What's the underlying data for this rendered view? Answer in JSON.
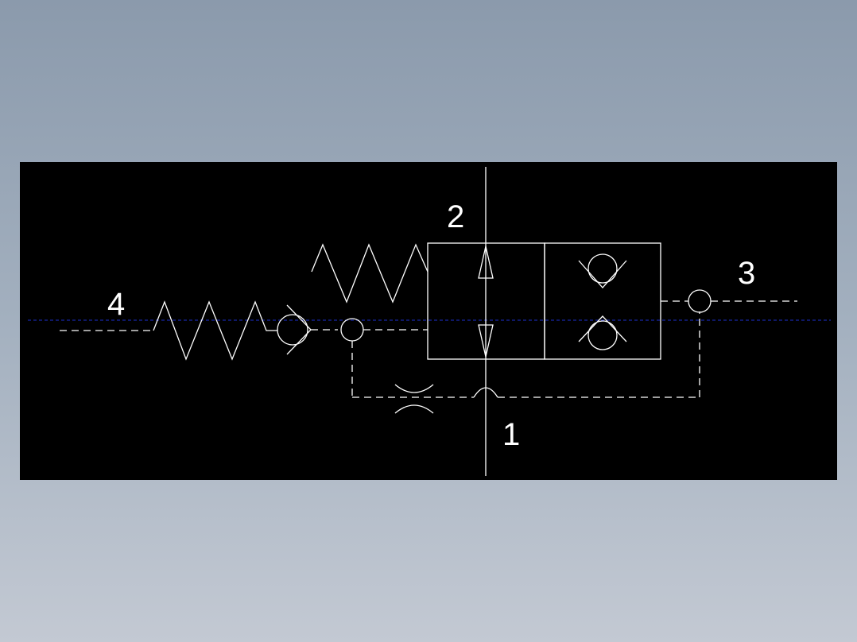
{
  "diagram": {
    "ports": [
      {
        "id": "port-1",
        "label": "1"
      },
      {
        "id": "port-2",
        "label": "2"
      },
      {
        "id": "port-3",
        "label": "3"
      },
      {
        "id": "port-4",
        "label": "4"
      }
    ],
    "colors": {
      "background": "#000000",
      "lines": "#ffffff",
      "centerline": "#1c2fd0",
      "window": "#9aa7b7"
    }
  }
}
